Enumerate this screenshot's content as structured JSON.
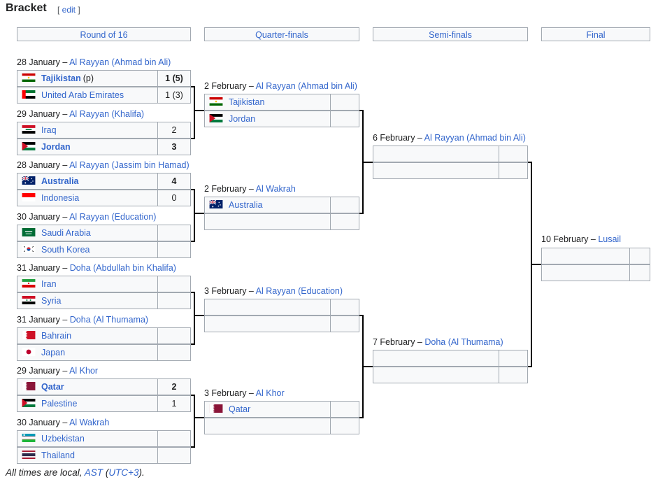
{
  "heading": "Bracket",
  "edit_label": "edit",
  "rounds": [
    "Round of 16",
    "Quarter-finals",
    "Semi-finals",
    "Final"
  ],
  "r16": [
    {
      "date": "28 January",
      "venue": "Al Rayyan (Ahmad bin Ali)",
      "t1": {
        "name": "Tajikistan",
        "suffix": "(p)",
        "score": "1 (5)",
        "win": true,
        "flag": "tajikistan"
      },
      "t2": {
        "name": "United Arab Emirates",
        "suffix": "",
        "score": "1 (3)",
        "win": false,
        "flag": "uae"
      }
    },
    {
      "date": "29 January",
      "venue": "Al Rayyan (Khalifa)",
      "t1": {
        "name": "Iraq",
        "suffix": "",
        "score": "2",
        "win": false,
        "flag": "iraq"
      },
      "t2": {
        "name": "Jordan",
        "suffix": "",
        "score": "3",
        "win": true,
        "flag": "jordan"
      }
    },
    {
      "date": "28 January",
      "venue": "Al Rayyan (Jassim bin Hamad)",
      "t1": {
        "name": "Australia",
        "suffix": "",
        "score": "4",
        "win": true,
        "flag": "australia"
      },
      "t2": {
        "name": "Indonesia",
        "suffix": "",
        "score": "0",
        "win": false,
        "flag": "indonesia"
      }
    },
    {
      "date": "30 January",
      "venue": "Al Rayyan (Education)",
      "t1": {
        "name": "Saudi Arabia",
        "suffix": "",
        "score": "",
        "win": false,
        "flag": "saudi"
      },
      "t2": {
        "name": "South Korea",
        "suffix": "",
        "score": "",
        "win": false,
        "flag": "korea"
      }
    },
    {
      "date": "31 January",
      "venue": "Doha (Abdullah bin Khalifa)",
      "t1": {
        "name": "Iran",
        "suffix": "",
        "score": "",
        "win": false,
        "flag": "iran"
      },
      "t2": {
        "name": "Syria",
        "suffix": "",
        "score": "",
        "win": false,
        "flag": "syria"
      }
    },
    {
      "date": "31 January",
      "venue": "Doha (Al Thumama)",
      "t1": {
        "name": "Bahrain",
        "suffix": "",
        "score": "",
        "win": false,
        "flag": "bahrain"
      },
      "t2": {
        "name": "Japan",
        "suffix": "",
        "score": "",
        "win": false,
        "flag": "japan"
      }
    },
    {
      "date": "29 January",
      "venue": "Al Khor",
      "t1": {
        "name": "Qatar",
        "suffix": "",
        "score": "2",
        "win": true,
        "flag": "qatar"
      },
      "t2": {
        "name": "Palestine",
        "suffix": "",
        "score": "1",
        "win": false,
        "flag": "palestine"
      }
    },
    {
      "date": "30 January",
      "venue": "Al Wakrah",
      "t1": {
        "name": "Uzbekistan",
        "suffix": "",
        "score": "",
        "win": false,
        "flag": "uzbekistan"
      },
      "t2": {
        "name": "Thailand",
        "suffix": "",
        "score": "",
        "win": false,
        "flag": "thailand"
      }
    }
  ],
  "qf": [
    {
      "date": "2 February",
      "venue": "Al Rayyan (Ahmad bin Ali)",
      "t1": {
        "name": "Tajikistan",
        "flag": "tajikistan"
      },
      "t2": {
        "name": "Jordan",
        "flag": "jordan"
      }
    },
    {
      "date": "2 February",
      "venue": "Al Wakrah",
      "t1": {
        "name": "Australia",
        "flag": "australia"
      },
      "t2": {
        "name": "",
        "flag": ""
      }
    },
    {
      "date": "3 February",
      "venue": "Al Rayyan (Education)",
      "t1": {
        "name": "",
        "flag": ""
      },
      "t2": {
        "name": "",
        "flag": ""
      }
    },
    {
      "date": "3 February",
      "venue": "Al Khor",
      "t1": {
        "name": "Qatar",
        "flag": "qatar"
      },
      "t2": {
        "name": "",
        "flag": ""
      }
    }
  ],
  "sf": [
    {
      "date": "6 February",
      "venue": "Al Rayyan (Ahmad bin Ali)"
    },
    {
      "date": "7 February",
      "venue": "Doha (Al Thumama)"
    }
  ],
  "final": {
    "date": "10 February",
    "venue": "Lusail"
  },
  "footer": {
    "prefix": "All times are local, ",
    "tz": "AST",
    "open": " (",
    "utc": "UTC+3",
    "close": ")."
  }
}
